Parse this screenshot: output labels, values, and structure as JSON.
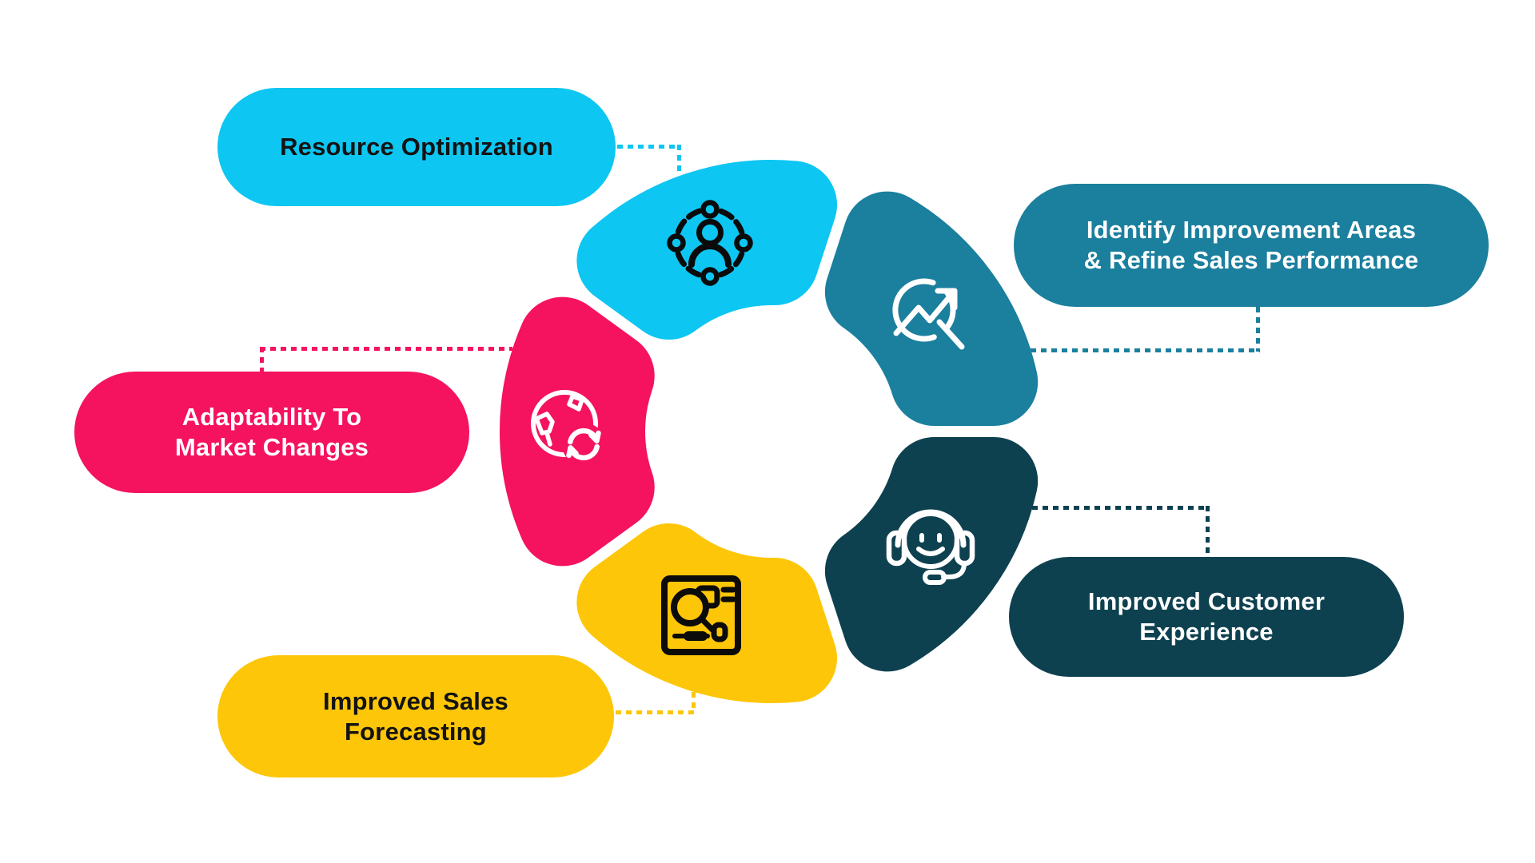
{
  "colors": {
    "cyan": "#0DC6F2",
    "teal": "#1B7F9E",
    "navy": "#0E4150",
    "pink": "#F5125F",
    "yellow": "#FDC608",
    "dark_text": "#131313",
    "light_text": "#FFFFFF",
    "icon_dark": "#0B0B0B",
    "icon_light": "#FFFFFF",
    "background": "#FFFFFF"
  },
  "pills": {
    "resource": {
      "label": "Resource Optimization"
    },
    "identify": {
      "line1": "Identify Improvement Areas",
      "line2": "& Refine Sales Performance"
    },
    "customer": {
      "line1": "Improved Customer",
      "line2": "Experience"
    },
    "forecast": {
      "line1": "Improved Sales",
      "line2": "Forecasting"
    },
    "adapt": {
      "line1": "Adaptability To",
      "line2": "Market Changes"
    }
  },
  "wheel": {
    "segments": [
      {
        "id": "resource-optimization",
        "color_key": "cyan",
        "icon": "team-network-icon"
      },
      {
        "id": "identify-improvement",
        "color_key": "teal",
        "icon": "growth-chart-icon"
      },
      {
        "id": "customer-experience",
        "color_key": "navy",
        "icon": "headset-smile-icon"
      },
      {
        "id": "sales-forecasting",
        "color_key": "yellow",
        "icon": "report-search-icon"
      },
      {
        "id": "market-adaptability",
        "color_key": "pink",
        "icon": "globe-refresh-icon"
      }
    ]
  }
}
